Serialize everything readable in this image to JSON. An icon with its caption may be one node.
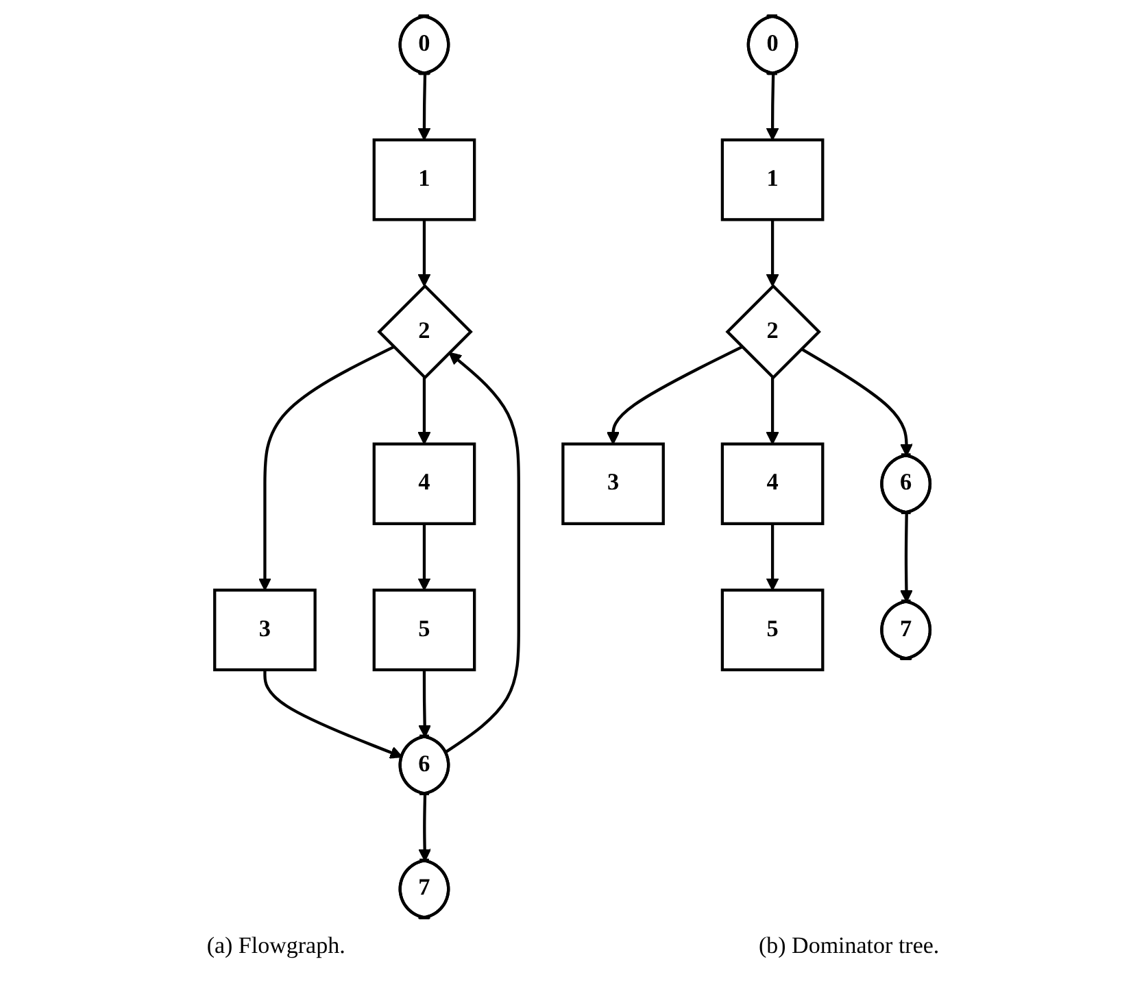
{
  "diagram": {
    "nodes": [
      {
        "text": [
          "0"
        ]
      },
      {
        "text": [
          "1"
        ]
      },
      {
        "text": [
          "2"
        ]
      },
      {
        "text": [
          "3"
        ]
      },
      {
        "text": [
          "4"
        ]
      },
      {
        "text": [
          "5"
        ]
      },
      {
        "text": [
          "6"
        ]
      },
      {
        "text": [
          "7"
        ]
      },
      {
        "text": [
          "0"
        ]
      },
      {
        "text": [
          "1"
        ]
      },
      {
        "text": [
          "2"
        ]
      },
      {
        "text": [
          "3"
        ]
      },
      {
        "text": [
          "4"
        ]
      },
      {
        "text": [
          "5"
        ]
      },
      {
        "text": [
          "6"
        ]
      },
      {
        "text": [
          "7"
        ]
      }
    ],
    "edges": [
      {
        "from": 0,
        "to": 1,
        "arrow": "to"
      },
      {
        "from": 1,
        "to": 2,
        "arrow": "to"
      },
      {
        "from": 2,
        "to": 3,
        "arrow": "to"
      },
      {
        "from": 2,
        "to": 4,
        "arrow": "to"
      },
      {
        "from": 4,
        "to": 5,
        "arrow": "to"
      },
      {
        "from": 3,
        "to": 6,
        "arrow": "to"
      },
      {
        "from": 5,
        "to": 6,
        "arrow": "to"
      },
      {
        "from": 6,
        "to": 2,
        "arrow": "to"
      },
      {
        "from": 6,
        "to": 7,
        "arrow": "to"
      },
      {
        "from": 8,
        "to": 9,
        "arrow": "to"
      },
      {
        "from": 9,
        "to": 10,
        "arrow": "to"
      },
      {
        "from": 10,
        "to": 11,
        "arrow": "to"
      },
      {
        "from": 10,
        "to": 12,
        "arrow": "to"
      },
      {
        "from": 10,
        "to": 14,
        "arrow": "to"
      },
      {
        "from": 12,
        "to": 13,
        "arrow": "to"
      },
      {
        "from": 14,
        "to": 15,
        "arrow": "to"
      }
    ],
    "labels": [
      "(a) Flowgraph.",
      "(b) Dominator tree."
    ]
  }
}
